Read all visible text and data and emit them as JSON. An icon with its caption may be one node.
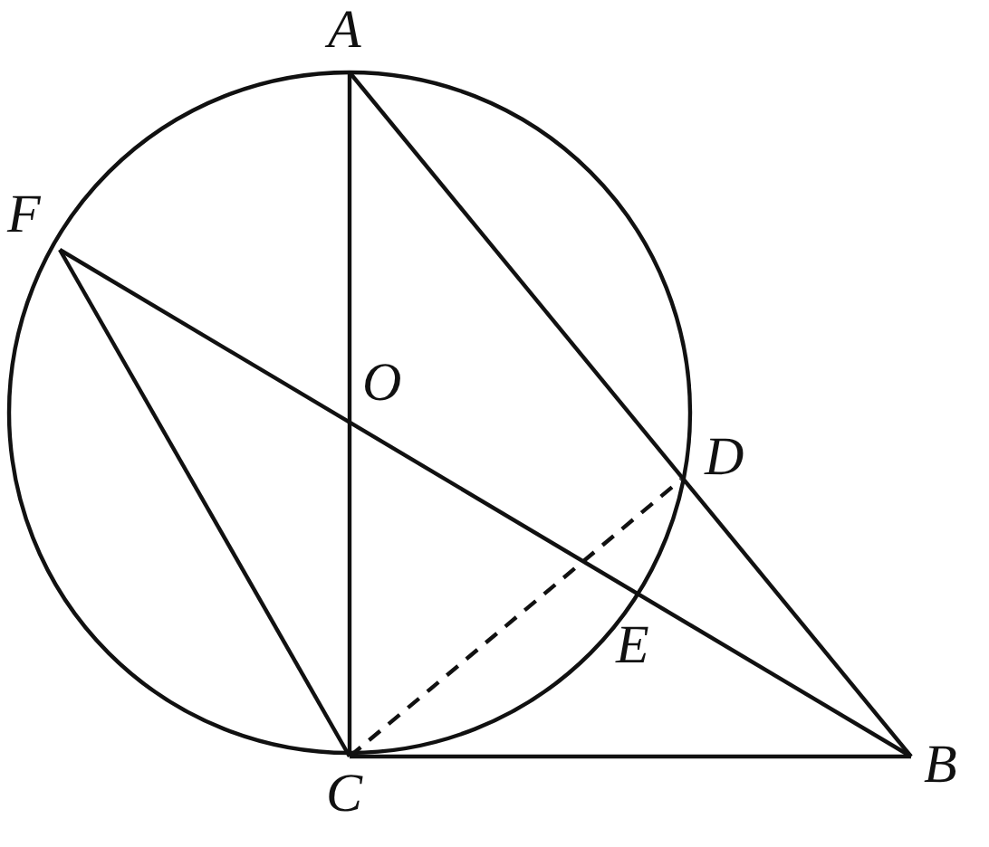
{
  "diagram": {
    "labels": [
      "A",
      "F",
      "O",
      "D",
      "E",
      "C",
      "B"
    ]
  }
}
